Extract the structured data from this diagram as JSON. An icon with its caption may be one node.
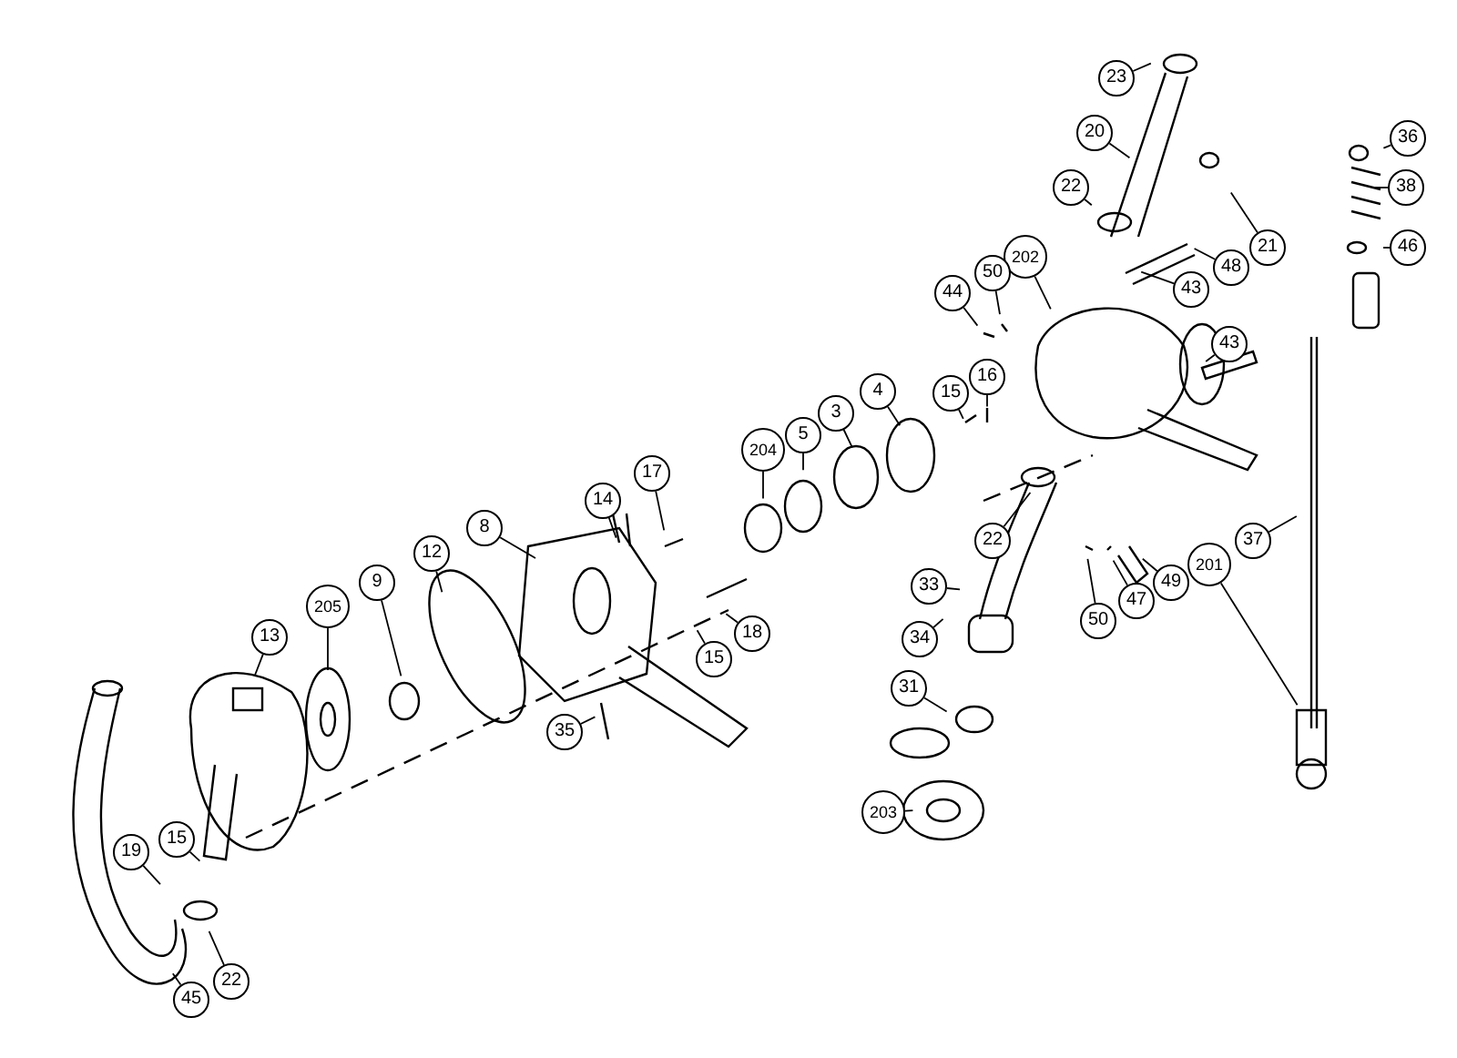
{
  "diagram": {
    "nodes": [
      {
        "text": [
          "23"
        ]
      },
      {
        "text": [
          "20"
        ]
      },
      {
        "text": [
          "22"
        ]
      },
      {
        "text": [
          "21"
        ]
      },
      {
        "text": [
          "36"
        ]
      },
      {
        "text": [
          "38"
        ]
      },
      {
        "text": [
          "46"
        ]
      },
      {
        "text": [
          "48"
        ]
      },
      {
        "text": [
          "43"
        ]
      },
      {
        "text": [
          "202"
        ]
      },
      {
        "text": [
          "44"
        ]
      },
      {
        "text": [
          "50"
        ]
      },
      {
        "text": [
          "43"
        ]
      },
      {
        "text": [
          "16"
        ]
      },
      {
        "text": [
          "15"
        ]
      },
      {
        "text": [
          "4"
        ]
      },
      {
        "text": [
          "3"
        ]
      },
      {
        "text": [
          "5"
        ]
      },
      {
        "text": [
          "204"
        ]
      },
      {
        "text": [
          "22"
        ]
      },
      {
        "text": [
          "37"
        ]
      },
      {
        "text": [
          "33"
        ]
      },
      {
        "text": [
          "201"
        ]
      },
      {
        "text": [
          "50"
        ]
      },
      {
        "text": [
          "47"
        ]
      },
      {
        "text": [
          "49"
        ]
      },
      {
        "text": [
          "34"
        ]
      },
      {
        "text": [
          "31"
        ]
      },
      {
        "text": [
          "203"
        ]
      },
      {
        "text": [
          "17"
        ]
      },
      {
        "text": [
          "14"
        ]
      },
      {
        "text": [
          "8"
        ]
      },
      {
        "text": [
          "12"
        ]
      },
      {
        "text": [
          "18"
        ]
      },
      {
        "text": [
          "15"
        ]
      },
      {
        "text": [
          "9"
        ]
      },
      {
        "text": [
          "205"
        ]
      },
      {
        "text": [
          "13"
        ]
      },
      {
        "text": [
          "35"
        ]
      },
      {
        "text": [
          "15"
        ]
      },
      {
        "text": [
          "19"
        ]
      },
      {
        "text": [
          "22"
        ]
      },
      {
        "text": [
          "45"
        ]
      }
    ],
    "edges": [
      {
        "from": 0,
        "to": null,
        "arrow": "none"
      },
      {
        "from": 1,
        "to": null,
        "arrow": "none"
      },
      {
        "from": 2,
        "to": null,
        "arrow": "none"
      },
      {
        "from": 3,
        "to": null,
        "arrow": "none"
      },
      {
        "from": 4,
        "to": null,
        "arrow": "none"
      },
      {
        "from": 5,
        "to": null,
        "arrow": "none"
      },
      {
        "from": 6,
        "to": null,
        "arrow": "none"
      },
      {
        "from": 7,
        "to": null,
        "arrow": "none"
      },
      {
        "from": 8,
        "to": null,
        "arrow": "none"
      },
      {
        "from": 9,
        "to": null,
        "arrow": "none"
      },
      {
        "from": 10,
        "to": null,
        "arrow": "none"
      },
      {
        "from": 11,
        "to": null,
        "arrow": "none"
      },
      {
        "from": 12,
        "to": null,
        "arrow": "none"
      },
      {
        "from": 13,
        "to": null,
        "arrow": "none"
      },
      {
        "from": 14,
        "to": null,
        "arrow": "none"
      },
      {
        "from": 15,
        "to": null,
        "arrow": "none"
      },
      {
        "from": 16,
        "to": null,
        "arrow": "none"
      },
      {
        "from": 17,
        "to": null,
        "arrow": "none"
      },
      {
        "from": 18,
        "to": null,
        "arrow": "none"
      },
      {
        "from": 19,
        "to": null,
        "arrow": "none"
      },
      {
        "from": 20,
        "to": null,
        "arrow": "none"
      },
      {
        "from": 21,
        "to": null,
        "arrow": "none"
      },
      {
        "from": 22,
        "to": null,
        "arrow": "none"
      },
      {
        "from": 23,
        "to": null,
        "arrow": "none"
      },
      {
        "from": 24,
        "to": null,
        "arrow": "none"
      },
      {
        "from": 25,
        "to": null,
        "arrow": "none"
      },
      {
        "from": 26,
        "to": null,
        "arrow": "none"
      },
      {
        "from": 27,
        "to": null,
        "arrow": "none"
      },
      {
        "from": 28,
        "to": null,
        "arrow": "none"
      },
      {
        "from": 29,
        "to": null,
        "arrow": "none"
      },
      {
        "from": 30,
        "to": null,
        "arrow": "none"
      },
      {
        "from": 31,
        "to": null,
        "arrow": "none"
      },
      {
        "from": 32,
        "to": null,
        "arrow": "none"
      },
      {
        "from": 33,
        "to": null,
        "arrow": "none"
      },
      {
        "from": 34,
        "to": null,
        "arrow": "none"
      },
      {
        "from": 35,
        "to": null,
        "arrow": "none"
      },
      {
        "from": 36,
        "to": null,
        "arrow": "none"
      },
      {
        "from": 37,
        "to": null,
        "arrow": "none"
      },
      {
        "from": 38,
        "to": null,
        "arrow": "none"
      },
      {
        "from": 39,
        "to": null,
        "arrow": "none"
      },
      {
        "from": 40,
        "to": null,
        "arrow": "none"
      },
      {
        "from": 41,
        "to": null,
        "arrow": "none"
      },
      {
        "from": 42,
        "to": null,
        "arrow": "none"
      }
    ]
  }
}
